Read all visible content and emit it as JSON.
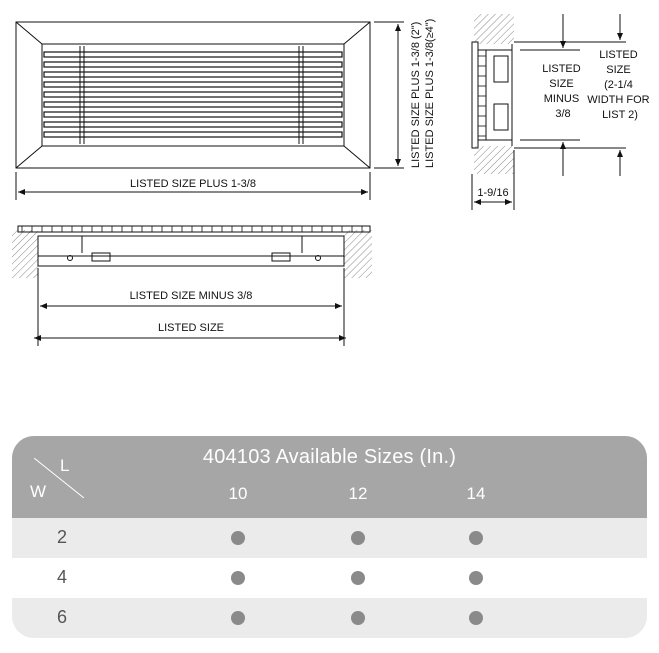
{
  "drawing": {
    "front_width_label": "LISTED SIZE PLUS 1-3/8",
    "front_height_label_1": "LISTED SIZE PLUS 1-3/8  (2\")",
    "front_height_label_2": "LISTED SIZE PLUS 1-3/8(≥4\")",
    "section_minus_label": "LISTED SIZE MINUS 3/8",
    "section_listed_label": "LISTED SIZE",
    "side_depth_label": "1-9/16",
    "side_label_a": [
      "LISTED",
      "SIZE",
      "MINUS",
      "3/8"
    ],
    "side_label_b": [
      "LISTED",
      "SIZE",
      "(2-1/4",
      "WIDTH FOR",
      "LIST 2)"
    ]
  },
  "table": {
    "title": "404103 Available Sizes (In.)",
    "corner_w": "W",
    "corner_l": "L",
    "columns": [
      "10",
      "12",
      "14"
    ],
    "rows": [
      {
        "w": "2",
        "available": [
          true,
          true,
          true
        ]
      },
      {
        "w": "4",
        "available": [
          true,
          true,
          true
        ]
      },
      {
        "w": "6",
        "available": [
          true,
          true,
          true
        ]
      }
    ]
  }
}
